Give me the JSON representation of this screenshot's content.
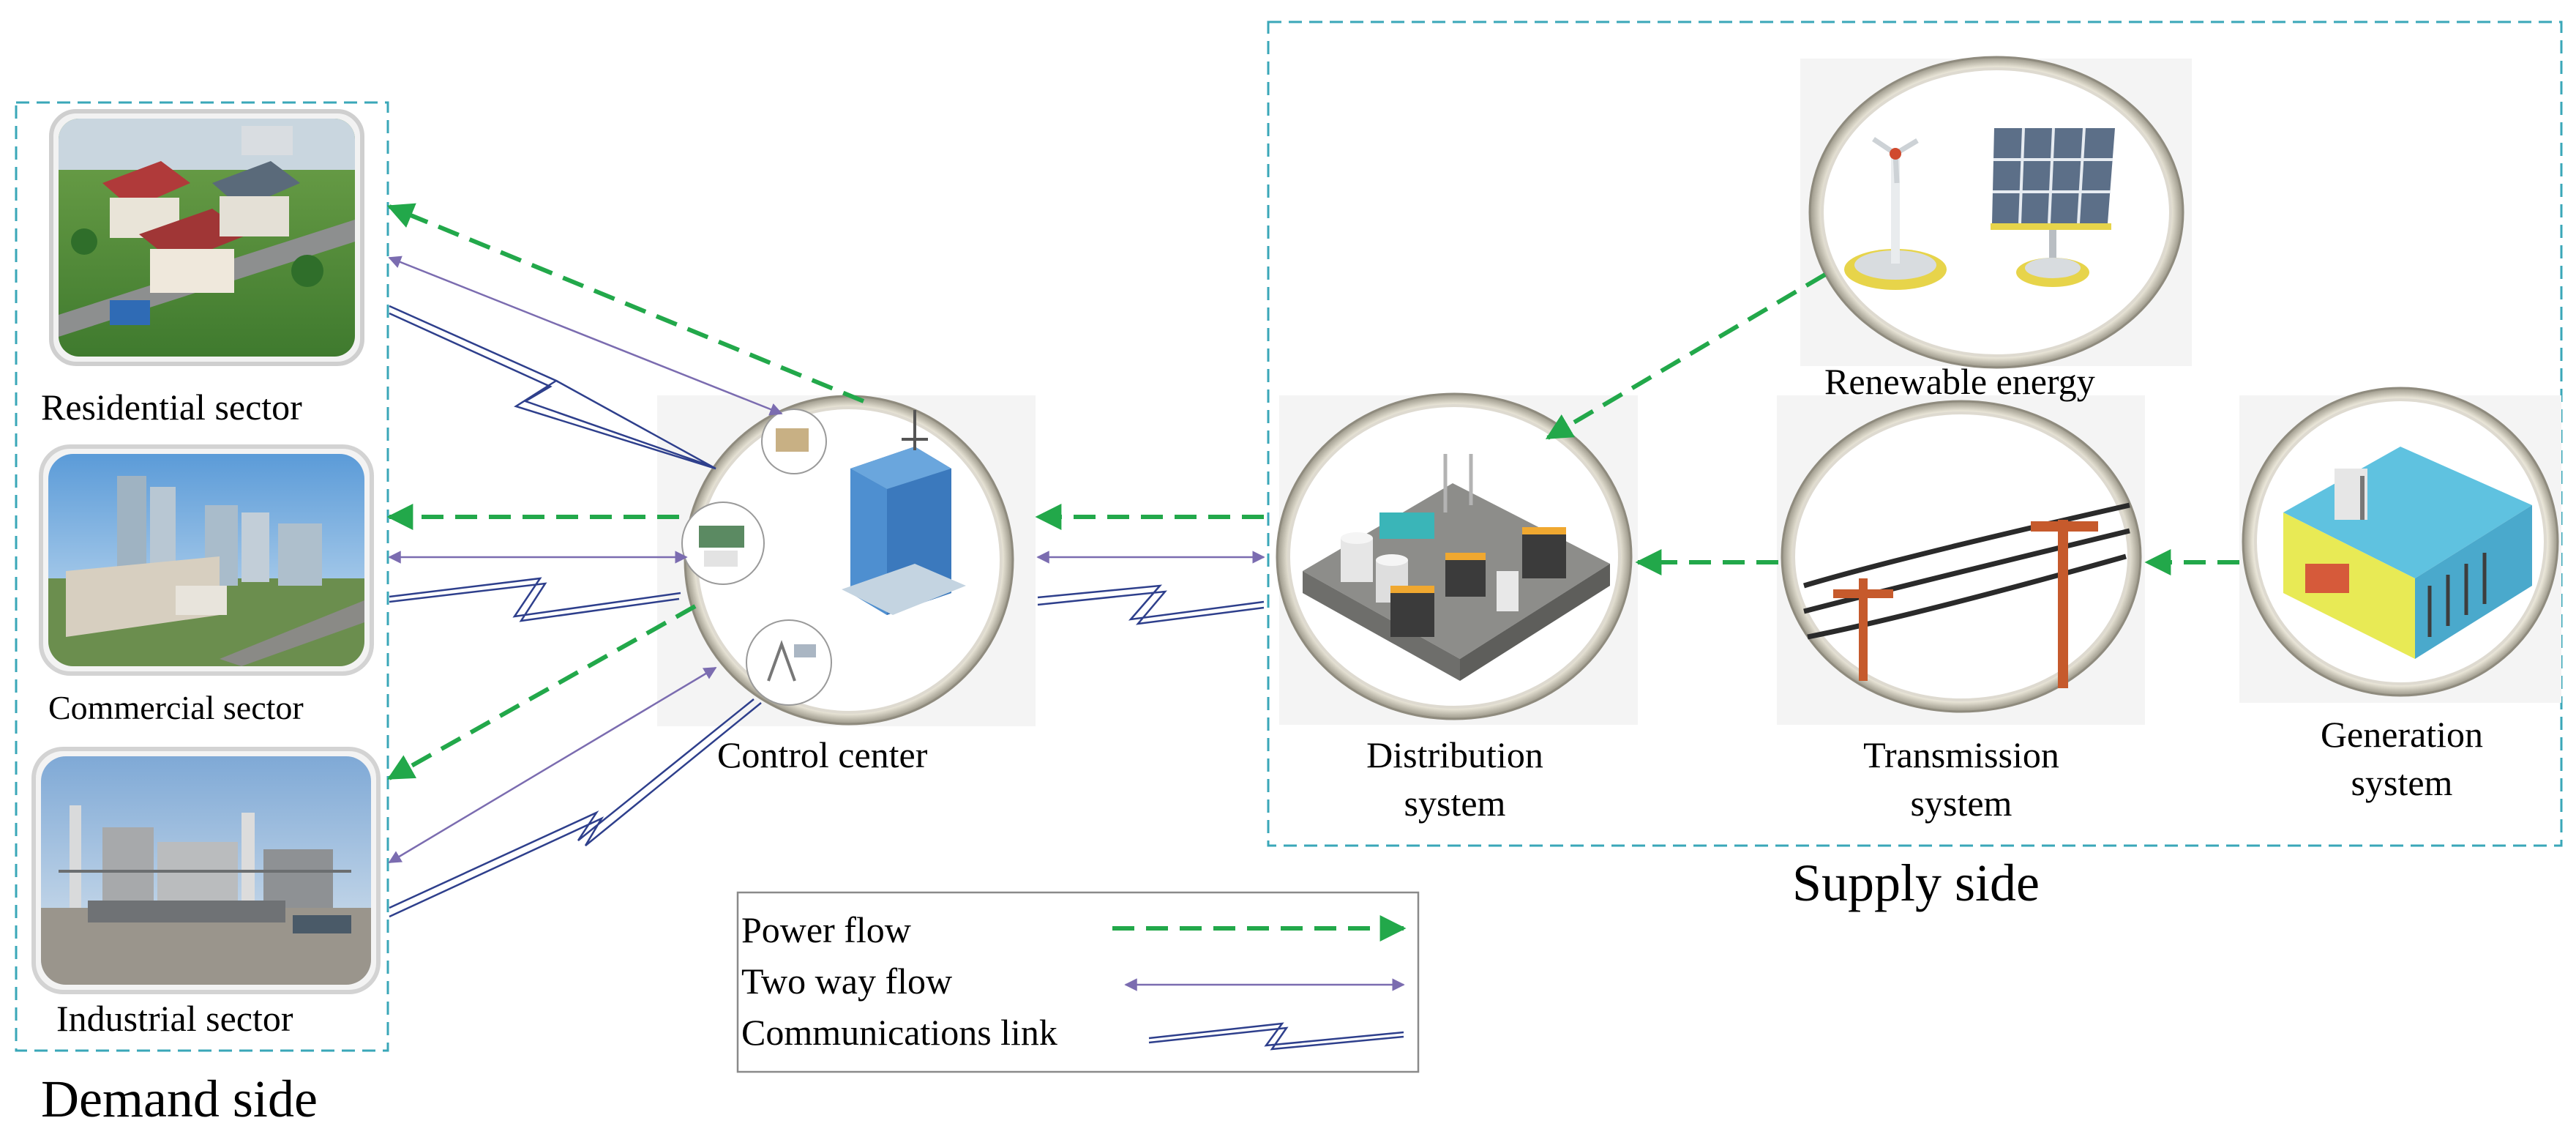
{
  "demand": {
    "title": "Demand side",
    "residential": "Residential sector",
    "commercial": "Commercial sector",
    "industrial": "Industrial sector"
  },
  "control": {
    "label": "Control center"
  },
  "supply": {
    "title": "Supply side",
    "renewable": "Renewable energy",
    "distribution": [
      "Distribution",
      "system"
    ],
    "transmission": [
      "Transmission",
      "system"
    ],
    "generation": [
      "Generation",
      "system"
    ]
  },
  "legend": {
    "power_flow": "Power flow",
    "two_way_flow": "Two way flow",
    "comm_link": "Communications link"
  },
  "colors": {
    "power_flow": "#22a84a",
    "two_way_flow": "#7b6cb0",
    "comm_link": "#2e3f8c",
    "group_border": "#3aa7b8"
  },
  "icons": {
    "residential": "residential-houses-image",
    "commercial": "commercial-city-image",
    "industrial": "industrial-plant-image",
    "control": "control-building-icon",
    "renewable": "wind-solar-icon",
    "distribution": "substation-icon",
    "transmission": "power-line-icon",
    "generation": "hydro-plant-icon"
  }
}
